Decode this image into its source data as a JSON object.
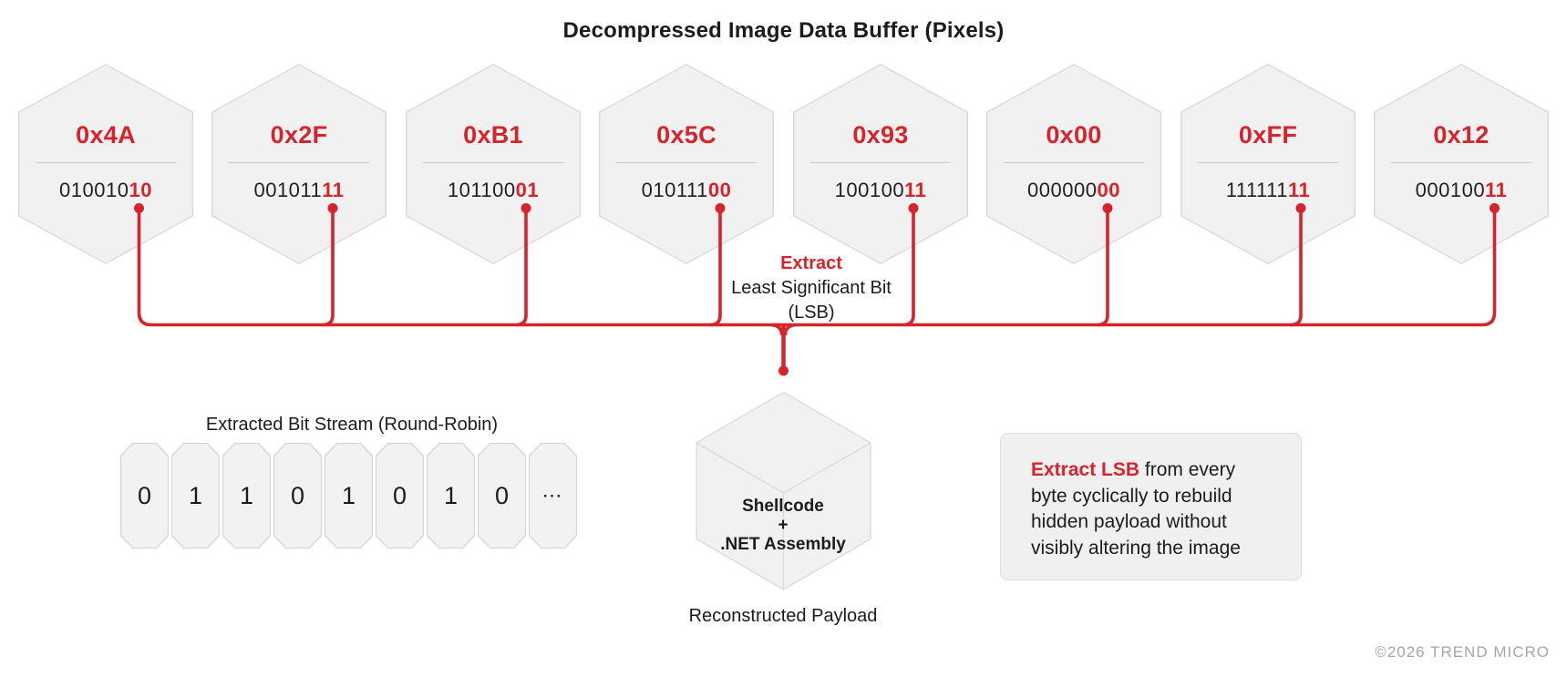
{
  "colors": {
    "accent_red": "#d7232b",
    "shape_fill": "#f1f1f2",
    "shape_border": "#d9d9db",
    "text_dark": "#1c1c1e",
    "muted_gray": "#a3a6ac"
  },
  "title": "Decompressed Image Data Buffer (Pixels)",
  "buffer": {
    "bytes": [
      {
        "hex": "0x4A",
        "bits_prefix": "010010",
        "bits_lsb": "10"
      },
      {
        "hex": "0x2F",
        "bits_prefix": "001011",
        "bits_lsb": "11"
      },
      {
        "hex": "0xB1",
        "bits_prefix": "101100",
        "bits_lsb": "01"
      },
      {
        "hex": "0x5C",
        "bits_prefix": "010111",
        "bits_lsb": "00"
      },
      {
        "hex": "0x93",
        "bits_prefix": "100100",
        "bits_lsb": "11"
      },
      {
        "hex": "0x00",
        "bits_prefix": "000000",
        "bits_lsb": "00"
      },
      {
        "hex": "0xFF",
        "bits_prefix": "111111",
        "bits_lsb": "11"
      },
      {
        "hex": "0x12",
        "bits_prefix": "000100",
        "bits_lsb": "11"
      }
    ]
  },
  "extract_label": {
    "line1": "Extract",
    "line2": "Least Significant Bit",
    "line3": "(LSB)"
  },
  "bitstream": {
    "label": "Extracted Bit Stream (Round-Robin)",
    "bits": [
      "0",
      "1",
      "1",
      "0",
      "1",
      "0",
      "1",
      "0",
      "⋯"
    ]
  },
  "payload": {
    "line1": "Shellcode",
    "line2": "+",
    "line3": ".NET Assembly",
    "caption": "Reconstructed Payload"
  },
  "note": {
    "highlight": "Extract LSB",
    "line1_rest": "from every",
    "line2": "byte cyclically to rebuild",
    "line3": "hidden payload without",
    "line4": "visibly altering the image"
  },
  "footer": {
    "copyright": "©2026 TREND MICRO"
  }
}
